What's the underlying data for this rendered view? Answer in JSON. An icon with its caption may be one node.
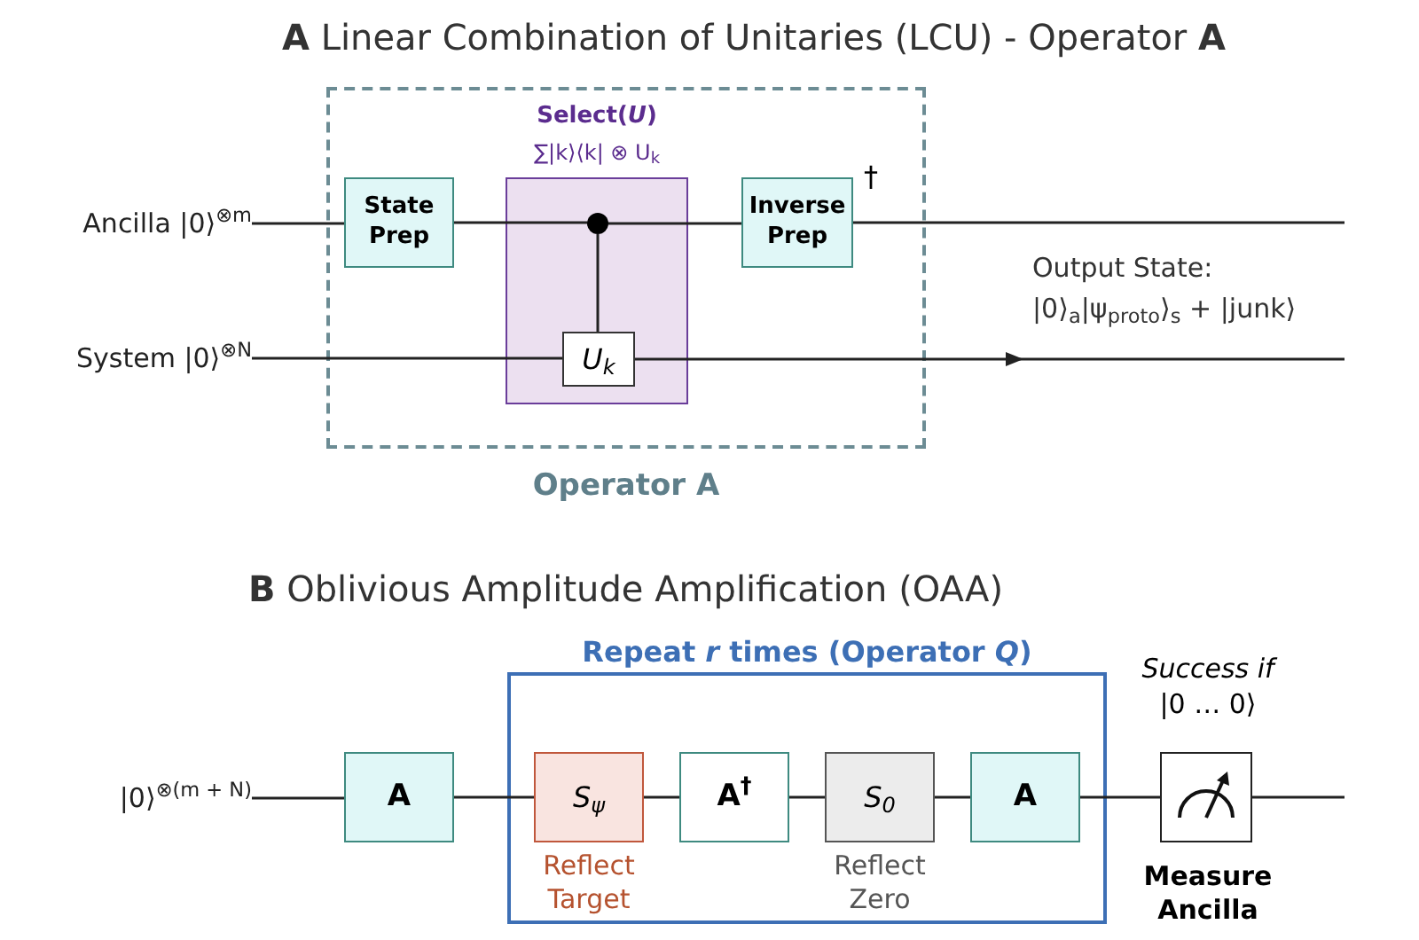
{
  "diagram": {
    "title": "**A** Linear Combination of Unitaries (LCU) - Operator **A**",
    "nodes": [
      {
        "text": [
          "Operator A"
        ]
      },
      {
        "text": [
          "Ancilla |0⟩$^{⊗m}$"
        ]
      },
      {
        "text": [
          "System |0⟩$^{⊗N}$"
        ]
      },
      {
        "text": [
          "State Prep"
        ],
        "in": 0
      },
      {
        "text": [
          "Select(*U*)",
          "∑|k⟩⟨k| ⊗ U$_{k}$"
        ],
        "in": 0
      },
      {
        "text": [],
        "shape": "circle",
        "in": 4
      },
      {
        "text": [
          "U$_{k}$"
        ],
        "in": 4
      },
      {
        "text": [
          "Inverse Prep"
        ],
        "in": 0,
        "beside": [
          "†"
        ]
      },
      {
        "text": [
          "Repeat *r* times (Operator *Q*)"
        ]
      },
      {
        "text": [
          "|0⟩$^{⊗(m + N)}$"
        ]
      },
      {
        "text": [
          "A"
        ]
      },
      {
        "text": [
          "S$_{ψ}$"
        ],
        "in": 8,
        "beside": [
          "Reflect Target"
        ]
      },
      {
        "text": [
          "A$^{†}$"
        ],
        "in": 8
      },
      {
        "text": [
          "S$_{0}$"
        ],
        "in": 8,
        "beside": [
          "Reflect Zero"
        ]
      },
      {
        "text": [
          "A"
        ],
        "in": 8
      },
      {
        "text": [
          "Measure Ancilla"
        ],
        "beside": [
          "*Success if* |0 … 0⟩"
        ]
      }
    ],
    "edges": [
      {
        "from": 1,
        "to": 3,
        "arrow": "none"
      },
      {
        "from": 3,
        "to": 5,
        "arrow": "none"
      },
      {
        "from": 5,
        "to": 7,
        "arrow": "none"
      },
      {
        "from": 7,
        "to": null,
        "arrow": "none"
      },
      {
        "from": 5,
        "to": 6,
        "arrow": "none"
      },
      {
        "from": 2,
        "to": 6,
        "arrow": "none"
      },
      {
        "from": 6,
        "to": null,
        "arrow": "to"
      },
      {
        "from": 9,
        "to": 10,
        "arrow": "none"
      },
      {
        "from": 10,
        "to": 11,
        "arrow": "none"
      },
      {
        "from": 11,
        "to": 12,
        "arrow": "none"
      },
      {
        "from": 12,
        "to": 13,
        "arrow": "none"
      },
      {
        "from": 13,
        "to": 14,
        "arrow": "none"
      },
      {
        "from": 14,
        "to": 15,
        "arrow": "none"
      },
      {
        "from": 15,
        "to": null,
        "arrow": "none"
      }
    ],
    "labels": [
      "**B** Oblivious Amplitude Amplification (OAA)",
      "Output State:",
      "|0⟩$_{a}$|ψ$_{proto}$⟩$_{s}$ + |junk⟩"
    ]
  }
}
